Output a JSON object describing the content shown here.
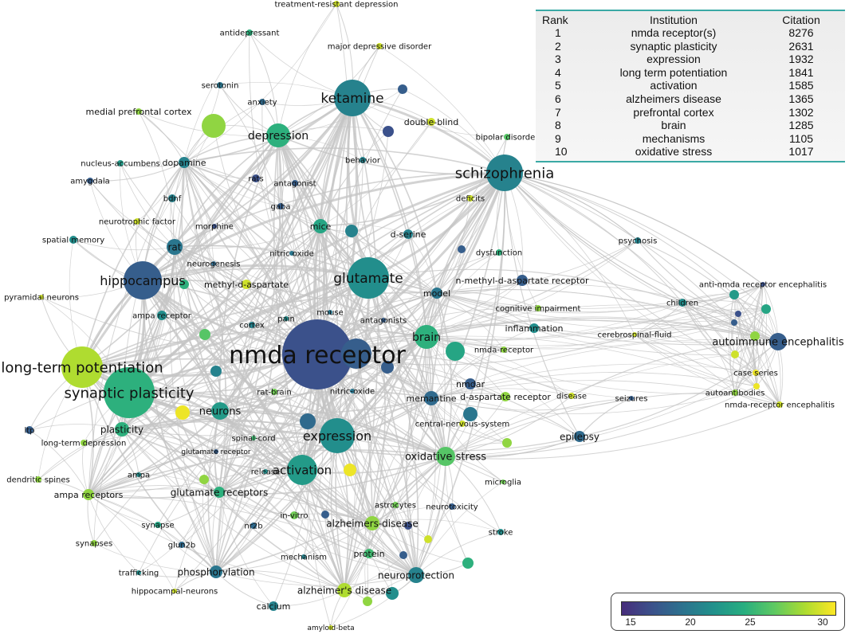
{
  "table": {
    "headers": {
      "rank": "Rank",
      "institution": "Institution",
      "citation": "Citation"
    },
    "rows": [
      {
        "rank": "1",
        "institution": "nmda receptor(s)",
        "citation": "8276"
      },
      {
        "rank": "2",
        "institution": "synaptic plasticity",
        "citation": "2631"
      },
      {
        "rank": "3",
        "institution": "expression",
        "citation": "1932"
      },
      {
        "rank": "4",
        "institution": "long term potentiation",
        "citation": "1841"
      },
      {
        "rank": "5",
        "institution": "activation",
        "citation": "1585"
      },
      {
        "rank": "6",
        "institution": "alzheimers disease",
        "citation": "1365"
      },
      {
        "rank": "7",
        "institution": "prefrontal cortex",
        "citation": "1302"
      },
      {
        "rank": "8",
        "institution": "brain",
        "citation": "1285"
      },
      {
        "rank": "9",
        "institution": "mechanisms",
        "citation": "1105"
      },
      {
        "rank": "10",
        "institution": "oxidative stress",
        "citation": "1017"
      }
    ]
  },
  "legend": {
    "ticks": [
      "15",
      "20",
      "25",
      "30"
    ],
    "min": 13.5,
    "max": 31.5,
    "colors": [
      "#472d7b",
      "#3b528b",
      "#2c728e",
      "#21918c",
      "#28ae80",
      "#5ec962",
      "#addc30",
      "#fde725"
    ]
  },
  "edge_color": "#c4c4c4",
  "nodes": [
    {
      "label": "nmda receptor",
      "v": 16,
      "r": 44,
      "fs": 30
    },
    {
      "label": "synaptic plasticity",
      "v": 24,
      "r": 32,
      "fs": 18
    },
    {
      "label": "long-term potentiation",
      "v": 29,
      "r": 26,
      "fs": 18
    },
    {
      "label": "schizophrenia",
      "v": 20,
      "r": 23,
      "fs": 18
    },
    {
      "label": "ketamine",
      "v": 20,
      "r": 23,
      "fs": 17
    },
    {
      "label": "glutamate",
      "v": 21,
      "r": 26,
      "fs": 17
    },
    {
      "label": "hippocampus",
      "v": 17,
      "r": 24,
      "fs": 16
    },
    {
      "label": "expression",
      "v": 21,
      "r": 22,
      "fs": 16
    },
    {
      "label": "activation",
      "v": 22,
      "r": 19,
      "fs": 15
    },
    {
      "label": "depression",
      "v": 24,
      "r": 15,
      "fs": 14
    },
    {
      "label": "brain",
      "v": 24,
      "r": 15,
      "fs": 14
    },
    {
      "label": "oxidative stress",
      "v": 26,
      "r": 12,
      "fs": 13
    },
    {
      "label": "neurons",
      "v": 22,
      "r": 11,
      "fs": 13
    },
    {
      "label": "autoimmune encephalitis",
      "v": 17,
      "r": 11,
      "fs": 13
    },
    {
      "label": "rat",
      "v": 19,
      "r": 10,
      "fs": 12
    },
    {
      "label": "neuroprotection",
      "v": 20,
      "r": 10,
      "fs": 12
    },
    {
      "label": "memantine",
      "v": 18,
      "r": 9,
      "fs": 11
    },
    {
      "label": "alzheimers-disease",
      "v": 28,
      "r": 9,
      "fs": 12
    },
    {
      "label": "alzheimer's disease",
      "v": 29,
      "r": 9,
      "fs": 12
    },
    {
      "label": "phosphorylation",
      "v": 19,
      "r": 8,
      "fs": 12
    },
    {
      "label": "plasticity",
      "v": 24,
      "r": 9,
      "fs": 12
    },
    {
      "label": "glutamate receptors",
      "v": 24,
      "r": 7,
      "fs": 12
    },
    {
      "label": "ampa receptors",
      "v": 28,
      "r": 7,
      "fs": 11
    },
    {
      "label": "epilepsy",
      "v": 18,
      "r": 7,
      "fs": 12
    },
    {
      "label": "model",
      "v": 19,
      "r": 7,
      "fs": 11
    },
    {
      "label": "mice",
      "v": 23,
      "r": 9,
      "fs": 11
    },
    {
      "label": "dopamine",
      "v": 20,
      "r": 7,
      "fs": 11
    },
    {
      "label": "inflammation",
      "v": 21,
      "r": 6,
      "fs": 11
    },
    {
      "label": "nmdar",
      "v": 17,
      "r": 7,
      "fs": 11
    },
    {
      "label": "calcium",
      "v": 20,
      "r": 6,
      "fs": 11
    },
    {
      "label": "protein",
      "v": 25,
      "r": 6,
      "fs": 11
    },
    {
      "label": "d-aspartate receptor",
      "v": 28,
      "r": 6,
      "fs": 11
    },
    {
      "label": "n-methyl-d-aspartate receptor",
      "v": 17,
      "r": 7,
      "fs": 11
    },
    {
      "label": "methyl-d-aspartate",
      "v": 30,
      "r": 6,
      "fs": 11
    },
    {
      "label": "d-serine",
      "v": 20,
      "r": 6,
      "fs": 11
    },
    {
      "label": "double-blind",
      "v": 30,
      "r": 5,
      "fs": 11
    },
    {
      "label": "medial prefrontal cortex",
      "v": 28,
      "r": 4,
      "fs": 11
    },
    {
      "label": "antidepressant",
      "v": 24,
      "r": 4,
      "fs": 10
    },
    {
      "label": "treatment-resistant depression",
      "v": 30,
      "r": 4,
      "fs": 10
    },
    {
      "label": "major depressive disorder",
      "v": 30,
      "r": 4,
      "fs": 10
    },
    {
      "label": "serotonin",
      "v": 19,
      "r": 4,
      "fs": 10
    },
    {
      "label": "anxiety",
      "v": 18,
      "r": 4,
      "fs": 10
    },
    {
      "label": "bipolar disorder",
      "v": 26,
      "r": 4,
      "fs": 10
    },
    {
      "label": "nucleus-accumbens",
      "v": 22,
      "r": 4,
      "fs": 10
    },
    {
      "label": "behavior",
      "v": 20,
      "r": 4,
      "fs": 10
    },
    {
      "label": "amygdala",
      "v": 17,
      "r": 4,
      "fs": 10
    },
    {
      "label": "rats",
      "v": 16,
      "r": 5,
      "fs": 10
    },
    {
      "label": "antagonist",
      "v": 17,
      "r": 4,
      "fs": 10
    },
    {
      "label": "deficits",
      "v": 30,
      "r": 4,
      "fs": 10
    },
    {
      "label": "bdnf",
      "v": 20,
      "r": 5,
      "fs": 10
    },
    {
      "label": "gaba",
      "v": 17,
      "r": 4,
      "fs": 10
    },
    {
      "label": "neurotrophic factor",
      "v": 30,
      "r": 4,
      "fs": 10
    },
    {
      "label": "morphine",
      "v": 16,
      "r": 3,
      "fs": 10
    },
    {
      "label": "spatial memory",
      "v": 21,
      "r": 5,
      "fs": 10
    },
    {
      "label": "psychosis",
      "v": 20,
      "r": 4,
      "fs": 10
    },
    {
      "label": "dysfunction",
      "v": 24,
      "r": 4,
      "fs": 10
    },
    {
      "label": "nitric oxide",
      "v": 19,
      "r": 3,
      "fs": 10
    },
    {
      "label": "neurogenesis",
      "v": 18,
      "r": 3,
      "fs": 10
    },
    {
      "label": "anti-nmda receptor encephalitis",
      "v": 16,
      "r": 3,
      "fs": 10
    },
    {
      "label": "pyramidal neurons",
      "v": 30,
      "r": 3,
      "fs": 10
    },
    {
      "label": "ampa receptor",
      "v": 23,
      "r": 4,
      "fs": 10
    },
    {
      "label": "cognitive impairment",
      "v": 28,
      "r": 4,
      "fs": 10
    },
    {
      "label": "children",
      "v": 21,
      "r": 5,
      "fs": 10
    },
    {
      "label": "mouse",
      "v": 19,
      "r": 3,
      "fs": 10
    },
    {
      "label": "pain",
      "v": 21,
      "r": 3,
      "fs": 10
    },
    {
      "label": "antagonists",
      "v": 17,
      "r": 3,
      "fs": 10
    },
    {
      "label": "cortex",
      "v": 20,
      "r": 4,
      "fs": 10
    },
    {
      "label": "nmda-receptor",
      "v": 28,
      "r": 4,
      "fs": 10
    },
    {
      "label": "cerebrospinal-fluid",
      "v": 30,
      "r": 3,
      "fs": 10
    },
    {
      "label": "rat-brain",
      "v": 27,
      "r": 4,
      "fs": 10
    },
    {
      "label": "nitric-oxide",
      "v": 19,
      "r": 3,
      "fs": 10
    },
    {
      "label": "disease",
      "v": 30,
      "r": 4,
      "fs": 10
    },
    {
      "label": "seizures",
      "v": 17,
      "r": 3,
      "fs": 10
    },
    {
      "label": "case series",
      "v": 31,
      "r": 4,
      "fs": 10
    },
    {
      "label": "autoantibodies",
      "v": 28,
      "r": 4,
      "fs": 10
    },
    {
      "label": "nmda-receptor encephalitis",
      "v": 30,
      "r": 4,
      "fs": 10
    },
    {
      "label": "ltp",
      "v": 17,
      "r": 5,
      "fs": 10
    },
    {
      "label": "long-term depression",
      "v": 28,
      "r": 4,
      "fs": 10
    },
    {
      "label": "central-nervous-system",
      "v": 30,
      "r": 4,
      "fs": 10
    },
    {
      "label": "spinal-cord",
      "v": 25,
      "r": 3,
      "fs": 10
    },
    {
      "label": "glutamate receptor",
      "v": 17,
      "r": 3,
      "fs": 9
    },
    {
      "label": "release",
      "v": 21,
      "r": 3,
      "fs": 10
    },
    {
      "label": "dendritic spines",
      "v": 28,
      "r": 4,
      "fs": 10
    },
    {
      "label": "ampa",
      "v": 21,
      "r": 3,
      "fs": 10
    },
    {
      "label": "microglia",
      "v": 27,
      "r": 3,
      "fs": 10
    },
    {
      "label": "astrocytes",
      "v": 27,
      "r": 4,
      "fs": 10
    },
    {
      "label": "neurotoxicity",
      "v": 17,
      "r": 4,
      "fs": 10
    },
    {
      "label": "in-vitro",
      "v": 27,
      "r": 5,
      "fs": 10
    },
    {
      "label": "synapse",
      "v": 23,
      "r": 4,
      "fs": 10
    },
    {
      "label": "nr2b",
      "v": 18,
      "r": 4,
      "fs": 10
    },
    {
      "label": "synapses",
      "v": 28,
      "r": 4,
      "fs": 10
    },
    {
      "label": "glun2b",
      "v": 18,
      "r": 4,
      "fs": 10
    },
    {
      "label": "stroke",
      "v": 21,
      "r": 4,
      "fs": 10
    },
    {
      "label": "mechanism",
      "v": 20,
      "r": 3,
      "fs": 10
    },
    {
      "label": "trafficking",
      "v": 21,
      "r": 3,
      "fs": 10
    },
    {
      "label": "hippocampal-neurons",
      "v": 30,
      "r": 3,
      "fs": 10
    },
    {
      "label": "amyloid-beta",
      "v": 30,
      "r": 3,
      "fs": 9
    },
    {
      "label": "",
      "v": 28,
      "r": 15
    },
    {
      "label": "",
      "v": 17,
      "r": 19
    },
    {
      "label": "",
      "v": 31,
      "r": 9
    },
    {
      "label": "",
      "v": 31,
      "r": 8
    },
    {
      "label": "",
      "v": 18,
      "r": 10
    },
    {
      "label": "",
      "v": 23,
      "r": 12
    },
    {
      "label": "",
      "v": 17,
      "r": 8
    },
    {
      "label": "",
      "v": 16,
      "r": 7
    },
    {
      "label": "",
      "v": 17,
      "r": 6
    },
    {
      "label": "",
      "v": 17,
      "r": 5
    },
    {
      "label": "",
      "v": 24,
      "r": 6
    },
    {
      "label": "",
      "v": 26,
      "r": 7
    },
    {
      "label": "",
      "v": 20,
      "r": 8
    },
    {
      "label": "",
      "v": 28,
      "r": 6
    },
    {
      "label": "",
      "v": 21,
      "r": 6
    },
    {
      "label": "",
      "v": 20,
      "r": 7
    },
    {
      "label": "",
      "v": 19,
      "r": 9
    },
    {
      "label": "",
      "v": 28,
      "r": 6
    },
    {
      "label": "",
      "v": 17,
      "r": 5
    },
    {
      "label": "",
      "v": 30,
      "r": 5
    },
    {
      "label": "",
      "v": 24,
      "r": 7
    },
    {
      "label": "",
      "v": 21,
      "r": 8
    },
    {
      "label": "",
      "v": 28,
      "r": 6
    },
    {
      "label": "",
      "v": 17,
      "r": 5
    },
    {
      "label": "",
      "v": 16,
      "r": 5
    },
    {
      "label": "",
      "v": 30,
      "r": 5
    },
    {
      "label": "",
      "v": 28,
      "r": 6
    },
    {
      "label": "",
      "v": 23,
      "r": 6
    },
    {
      "label": "",
      "v": 16,
      "r": 4
    },
    {
      "label": "",
      "v": 22,
      "r": 6
    },
    {
      "label": "",
      "v": 31,
      "r": 4
    },
    {
      "label": "",
      "v": 17,
      "r": 4
    },
    {
      "label": "",
      "v": 24,
      "r": 5
    },
    {
      "label": "",
      "v": 17,
      "r": 4
    }
  ]
}
